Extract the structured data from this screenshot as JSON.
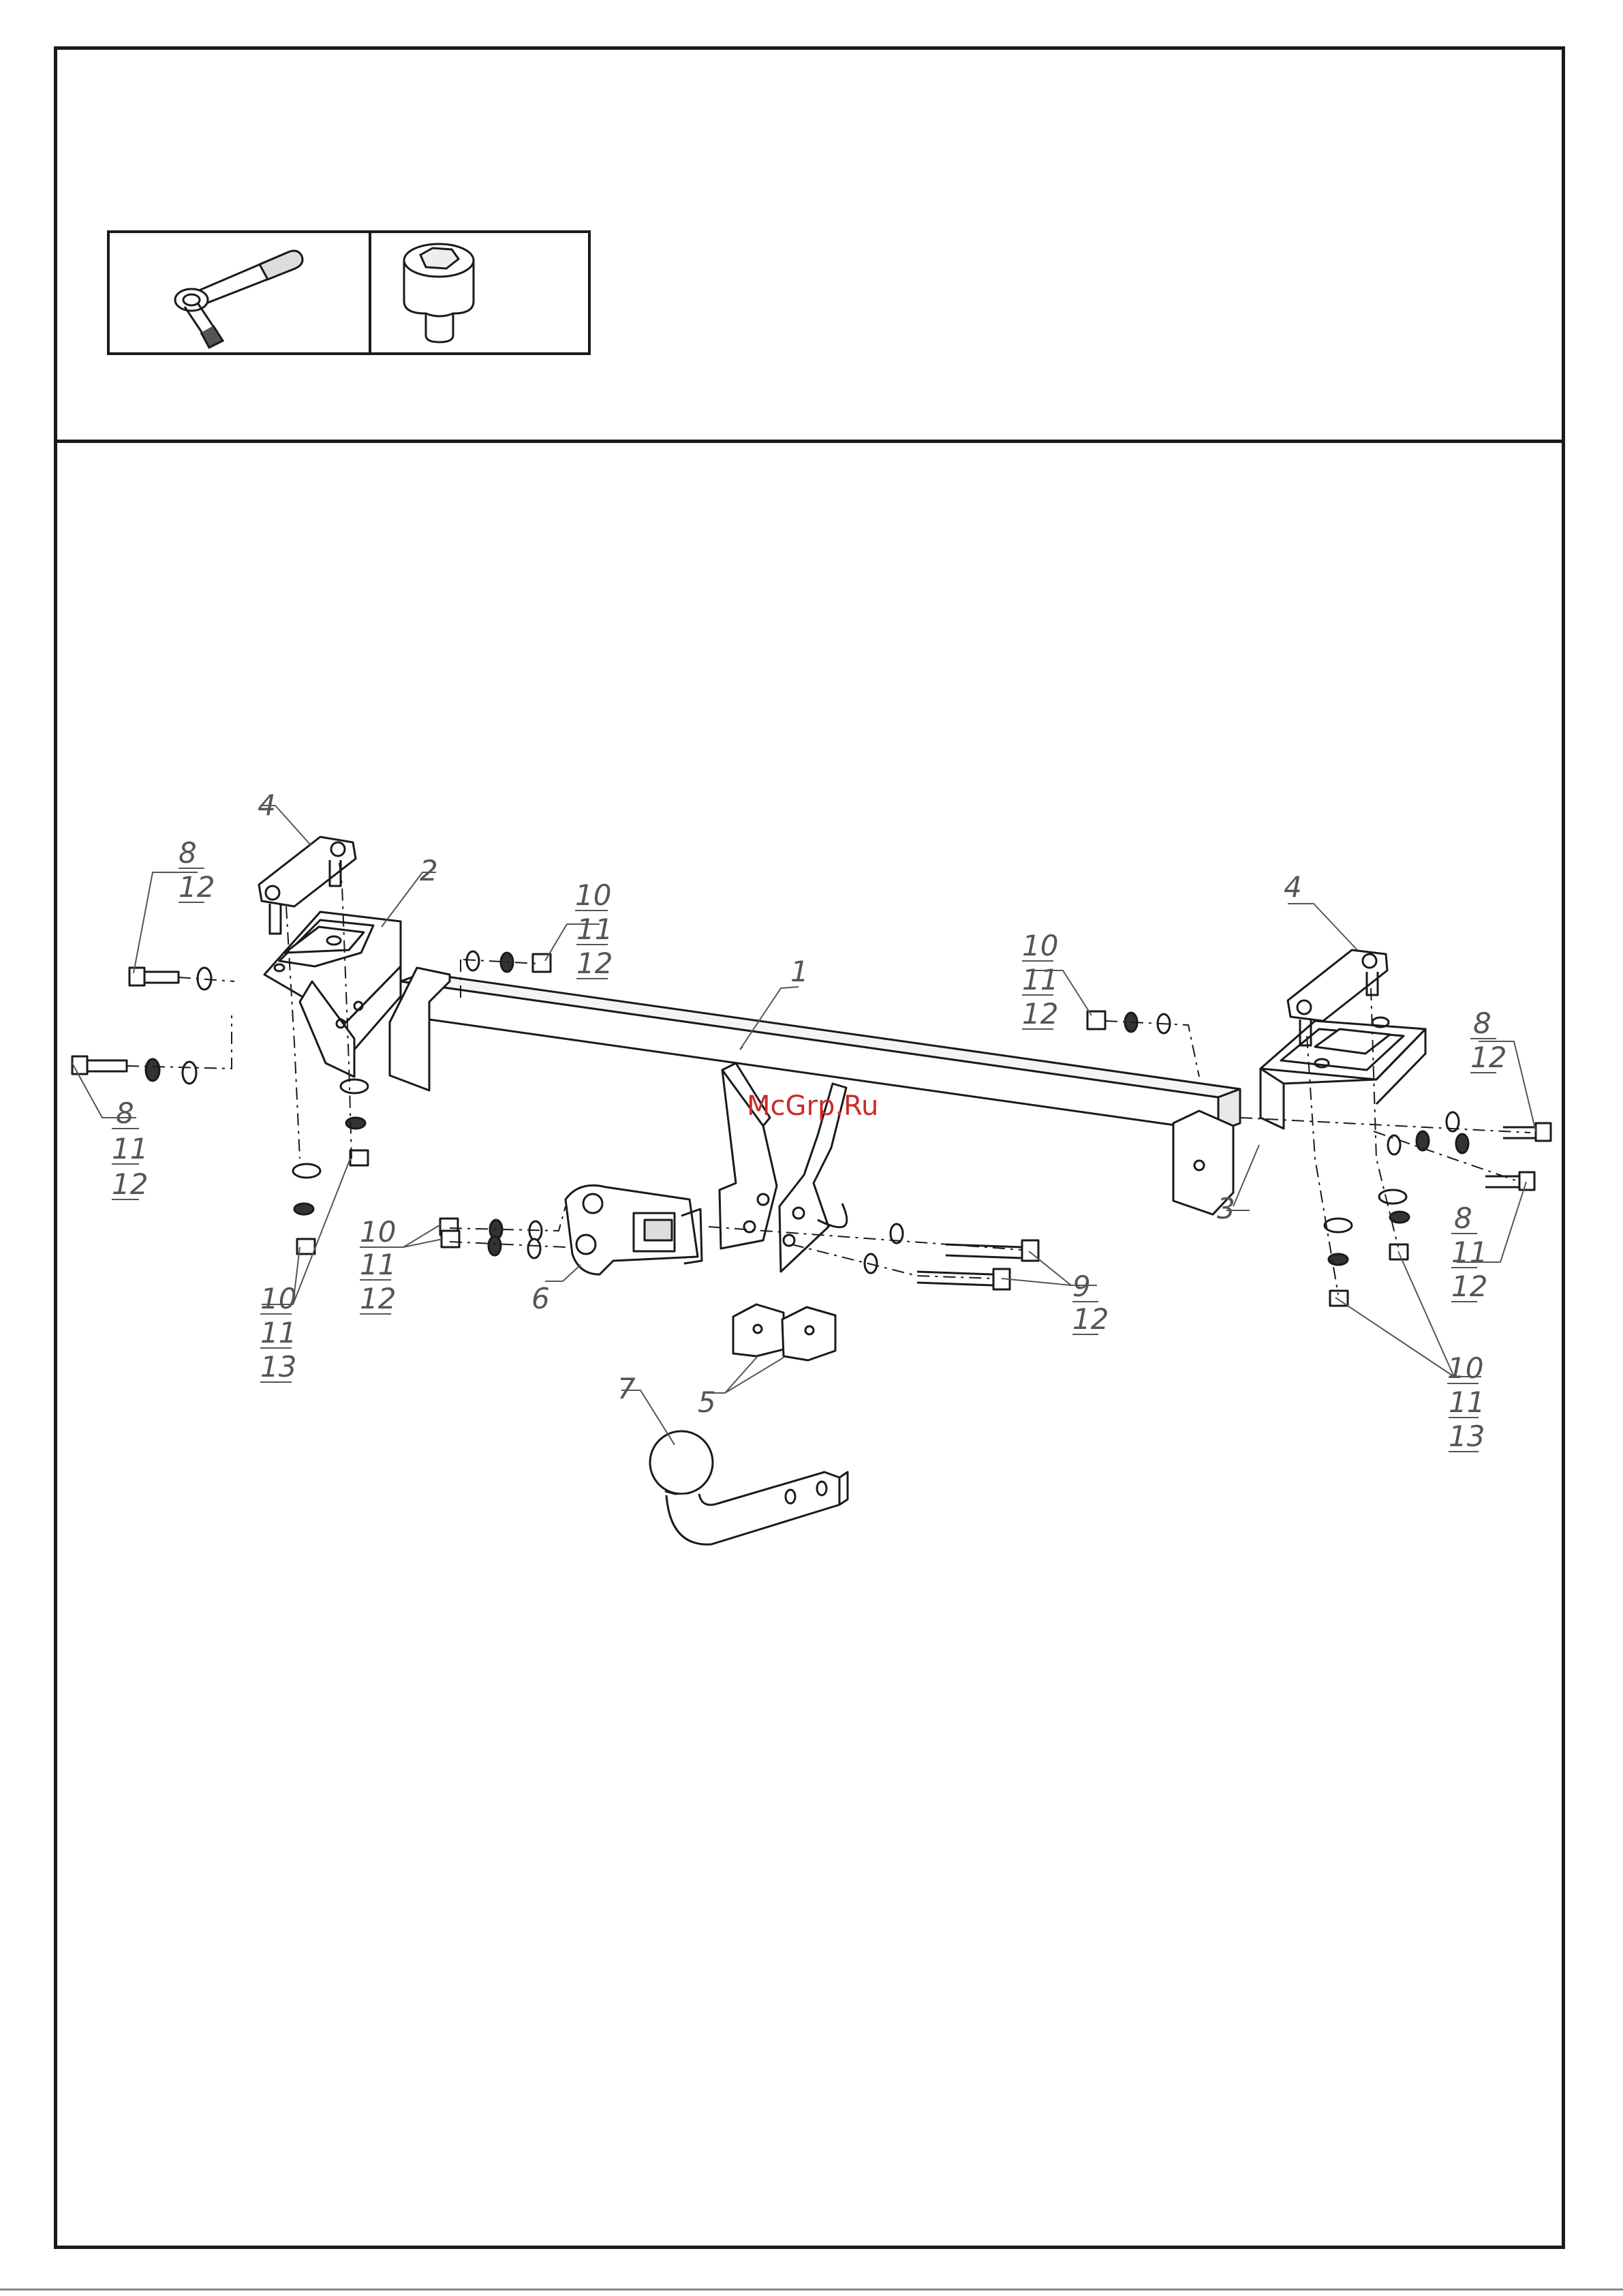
{
  "tools": [
    {
      "icon": "ratchet-wrench-icon"
    },
    {
      "icon": "socket-head-icon"
    }
  ],
  "callouts": {
    "c1": [
      "1"
    ],
    "c2": [
      "2"
    ],
    "c3": [
      "3"
    ],
    "c4_left": [
      "4"
    ],
    "c4_right": [
      "4"
    ],
    "c5": [
      "5"
    ],
    "c6": [
      "6"
    ],
    "c7": [
      "7"
    ],
    "c8_12_left": [
      "8",
      "12"
    ],
    "c8_11_12_left": [
      "8",
      "11",
      "12"
    ],
    "c8_12_right": [
      "8",
      "12"
    ],
    "c8_11_12_right": [
      "8",
      "11",
      "12"
    ],
    "c9_12": [
      "9",
      "12"
    ],
    "c10_11_12_top_left": [
      "10",
      "11",
      "12"
    ],
    "c10_11_12_top_right": [
      "10",
      "11",
      "12"
    ],
    "c10_11_12_mid_left": [
      "10",
      "11",
      "12"
    ],
    "c10_11_13_left": [
      "10",
      "11",
      "13"
    ],
    "c10_11_13_right": [
      "10",
      "11",
      "13"
    ]
  },
  "watermark": "McGrp.Ru",
  "colors": {
    "line": "#1a1a1a",
    "callout": "#555555",
    "watermark": "#cc2a2a"
  }
}
